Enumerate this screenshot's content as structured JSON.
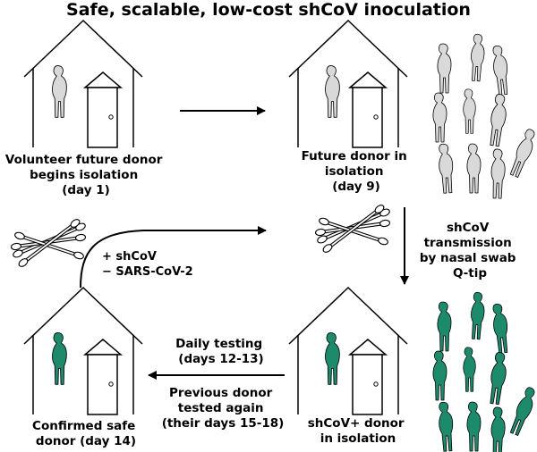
{
  "title": "Safe, scalable, low-cost shCoV inoculation",
  "colors": {
    "gray": "#d9d9d9",
    "green": "#1e8a6c",
    "line": "#000000"
  },
  "icons": {
    "house": "house-icon",
    "person": "person-silhouette-icon",
    "crowd": "crowd-icon",
    "swab": "cotton-swab-icon",
    "arrow": "arrow-icon"
  },
  "stages": {
    "s1": {
      "label_lines": [
        "Volunteer future donor",
        "begins isolation",
        "(day 1)"
      ]
    },
    "s2": {
      "label_lines": [
        "Future donor in",
        "isolation",
        "(day 9)"
      ]
    },
    "s3": {
      "label_lines": [
        "shCoV+ donor",
        "in isolation"
      ]
    },
    "s4": {
      "label_lines": [
        "Confirmed safe",
        "donor (day 14)"
      ]
    }
  },
  "annotations": {
    "transmission_lines": [
      "shCoV",
      "transmission",
      "by nasal swab",
      "Q-tip"
    ],
    "testing_lines": [
      "Daily testing",
      "(days 12-13)"
    ],
    "previous_lines": [
      "Previous donor",
      "tested again",
      "(their days 15-18)"
    ],
    "result_lines": [
      "+ shCoV",
      "− SARS-CoV-2"
    ]
  }
}
